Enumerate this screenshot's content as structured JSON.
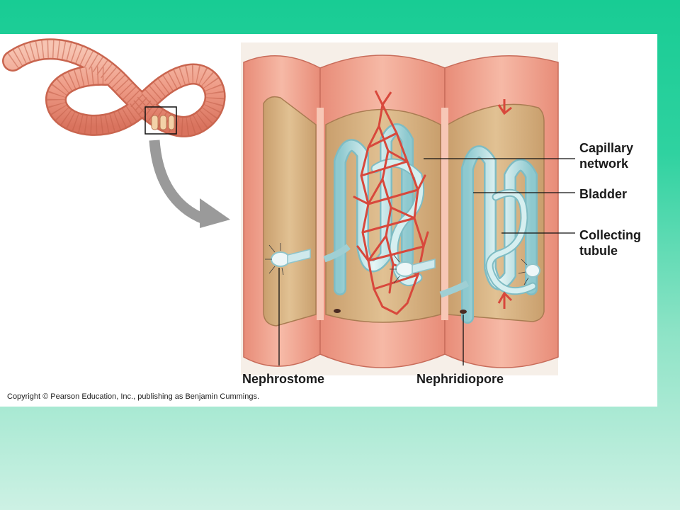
{
  "labels": {
    "capillary_line1": "Capillary",
    "capillary_line2": "network",
    "bladder": "Bladder",
    "collecting_line1": "Collecting",
    "collecting_line2": "tubule",
    "nephrostome": "Nephrostome",
    "nephridiopore": "Nephridiopore"
  },
  "copyright": "Copyright © Pearson Education, Inc., publishing as Benjamin Cummings.",
  "colors": {
    "background_green": "#18cc94",
    "body_pink": "#f2a38e",
    "cavity_tan": "#d9b585",
    "tubule_blue": "#bfe4e6",
    "capillary_red": "#d8483c"
  }
}
